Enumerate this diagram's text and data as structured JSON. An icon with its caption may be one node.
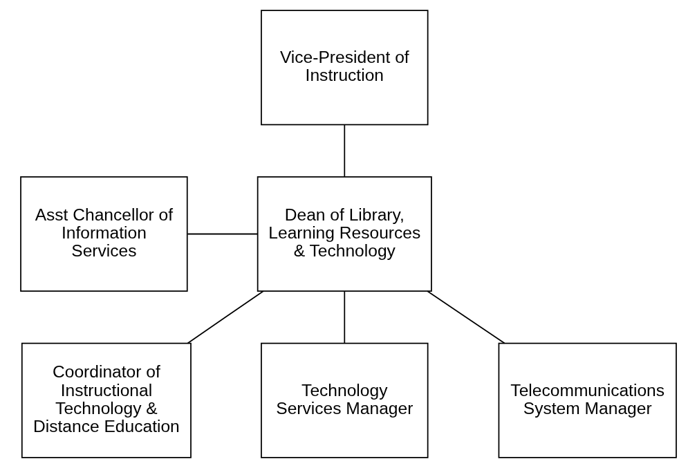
{
  "diagram": {
    "nodes": [
      {
        "text": [
          "Vice-President of Instruction"
        ]
      },
      {
        "text": [
          "Asst Chancellor of Information Services"
        ]
      },
      {
        "text": [
          "Dean of Library, Learning Resources & Technology"
        ]
      },
      {
        "text": [
          "Coordinator of Instructional Technology & Distance Education"
        ]
      },
      {
        "text": [
          "Technology Services Manager"
        ]
      },
      {
        "text": [
          "Telecommunications System Manager"
        ]
      }
    ],
    "edges": [
      {
        "from": 0,
        "to": 2,
        "arrow": "none"
      },
      {
        "from": 1,
        "to": 2,
        "arrow": "none"
      },
      {
        "from": 2,
        "to": 3,
        "arrow": "none"
      },
      {
        "from": 2,
        "to": 4,
        "arrow": "none"
      },
      {
        "from": 2,
        "to": 5,
        "arrow": "none"
      }
    ]
  }
}
